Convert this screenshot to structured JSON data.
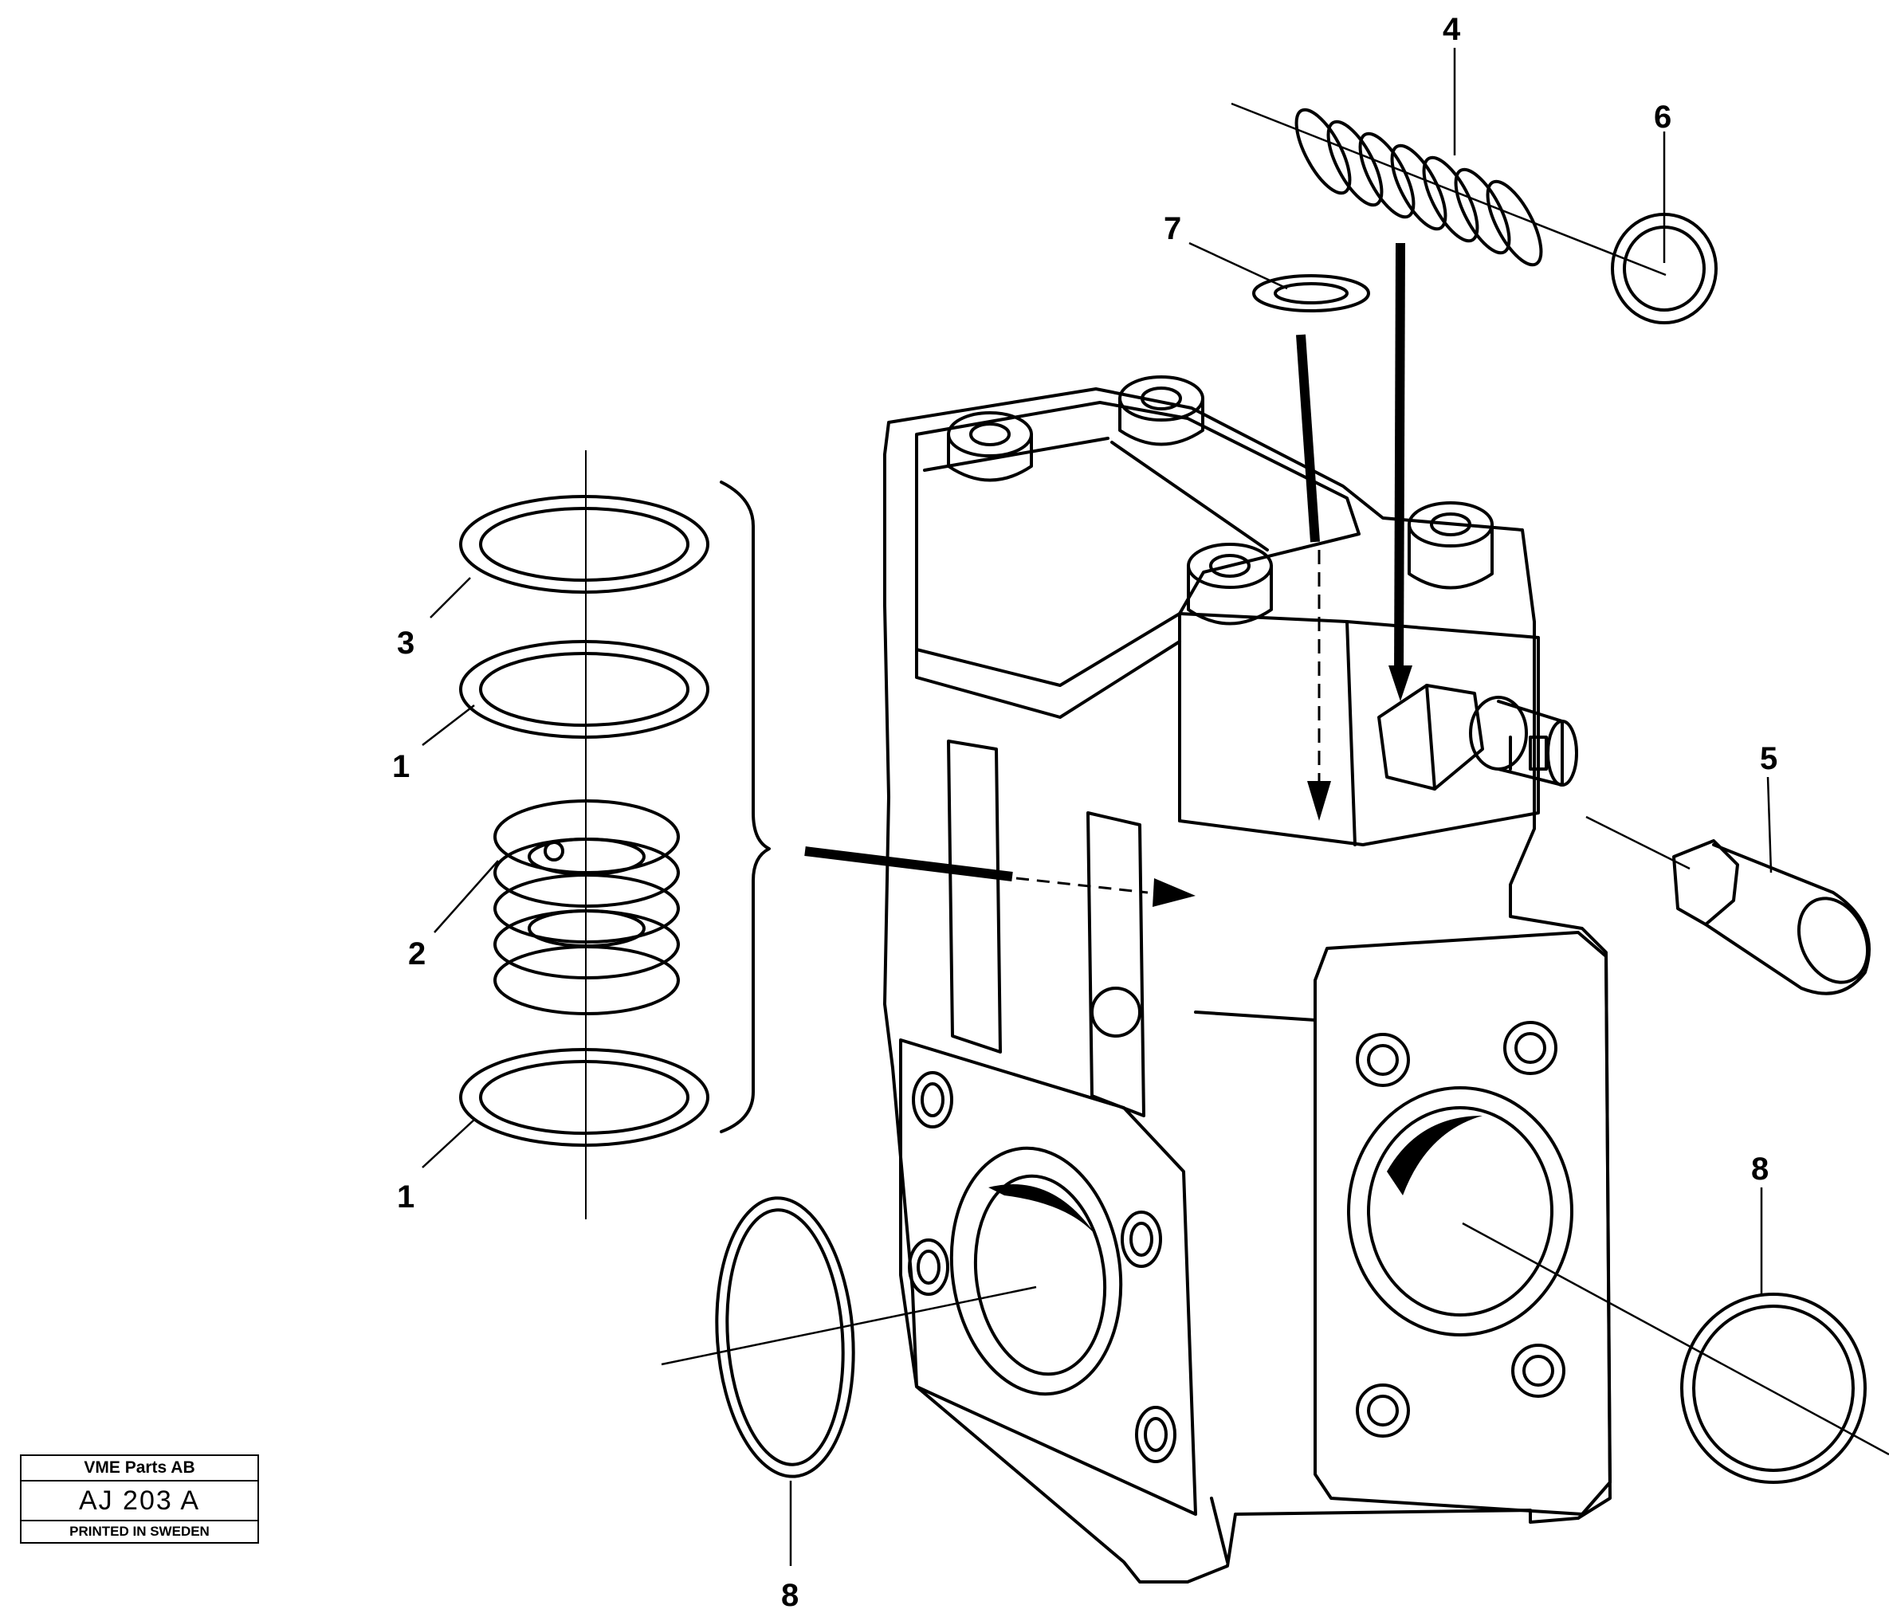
{
  "callouts": {
    "c1a": "1",
    "c1b": "1",
    "c2": "2",
    "c3": "3",
    "c4": "4",
    "c5": "5",
    "c6": "6",
    "c7": "7",
    "c8a": "8",
    "c8b": "8"
  },
  "title_block": {
    "company": "VME Parts AB",
    "drawing_number": "AJ 203 A",
    "footer": "PRINTED IN SWEDEN"
  }
}
